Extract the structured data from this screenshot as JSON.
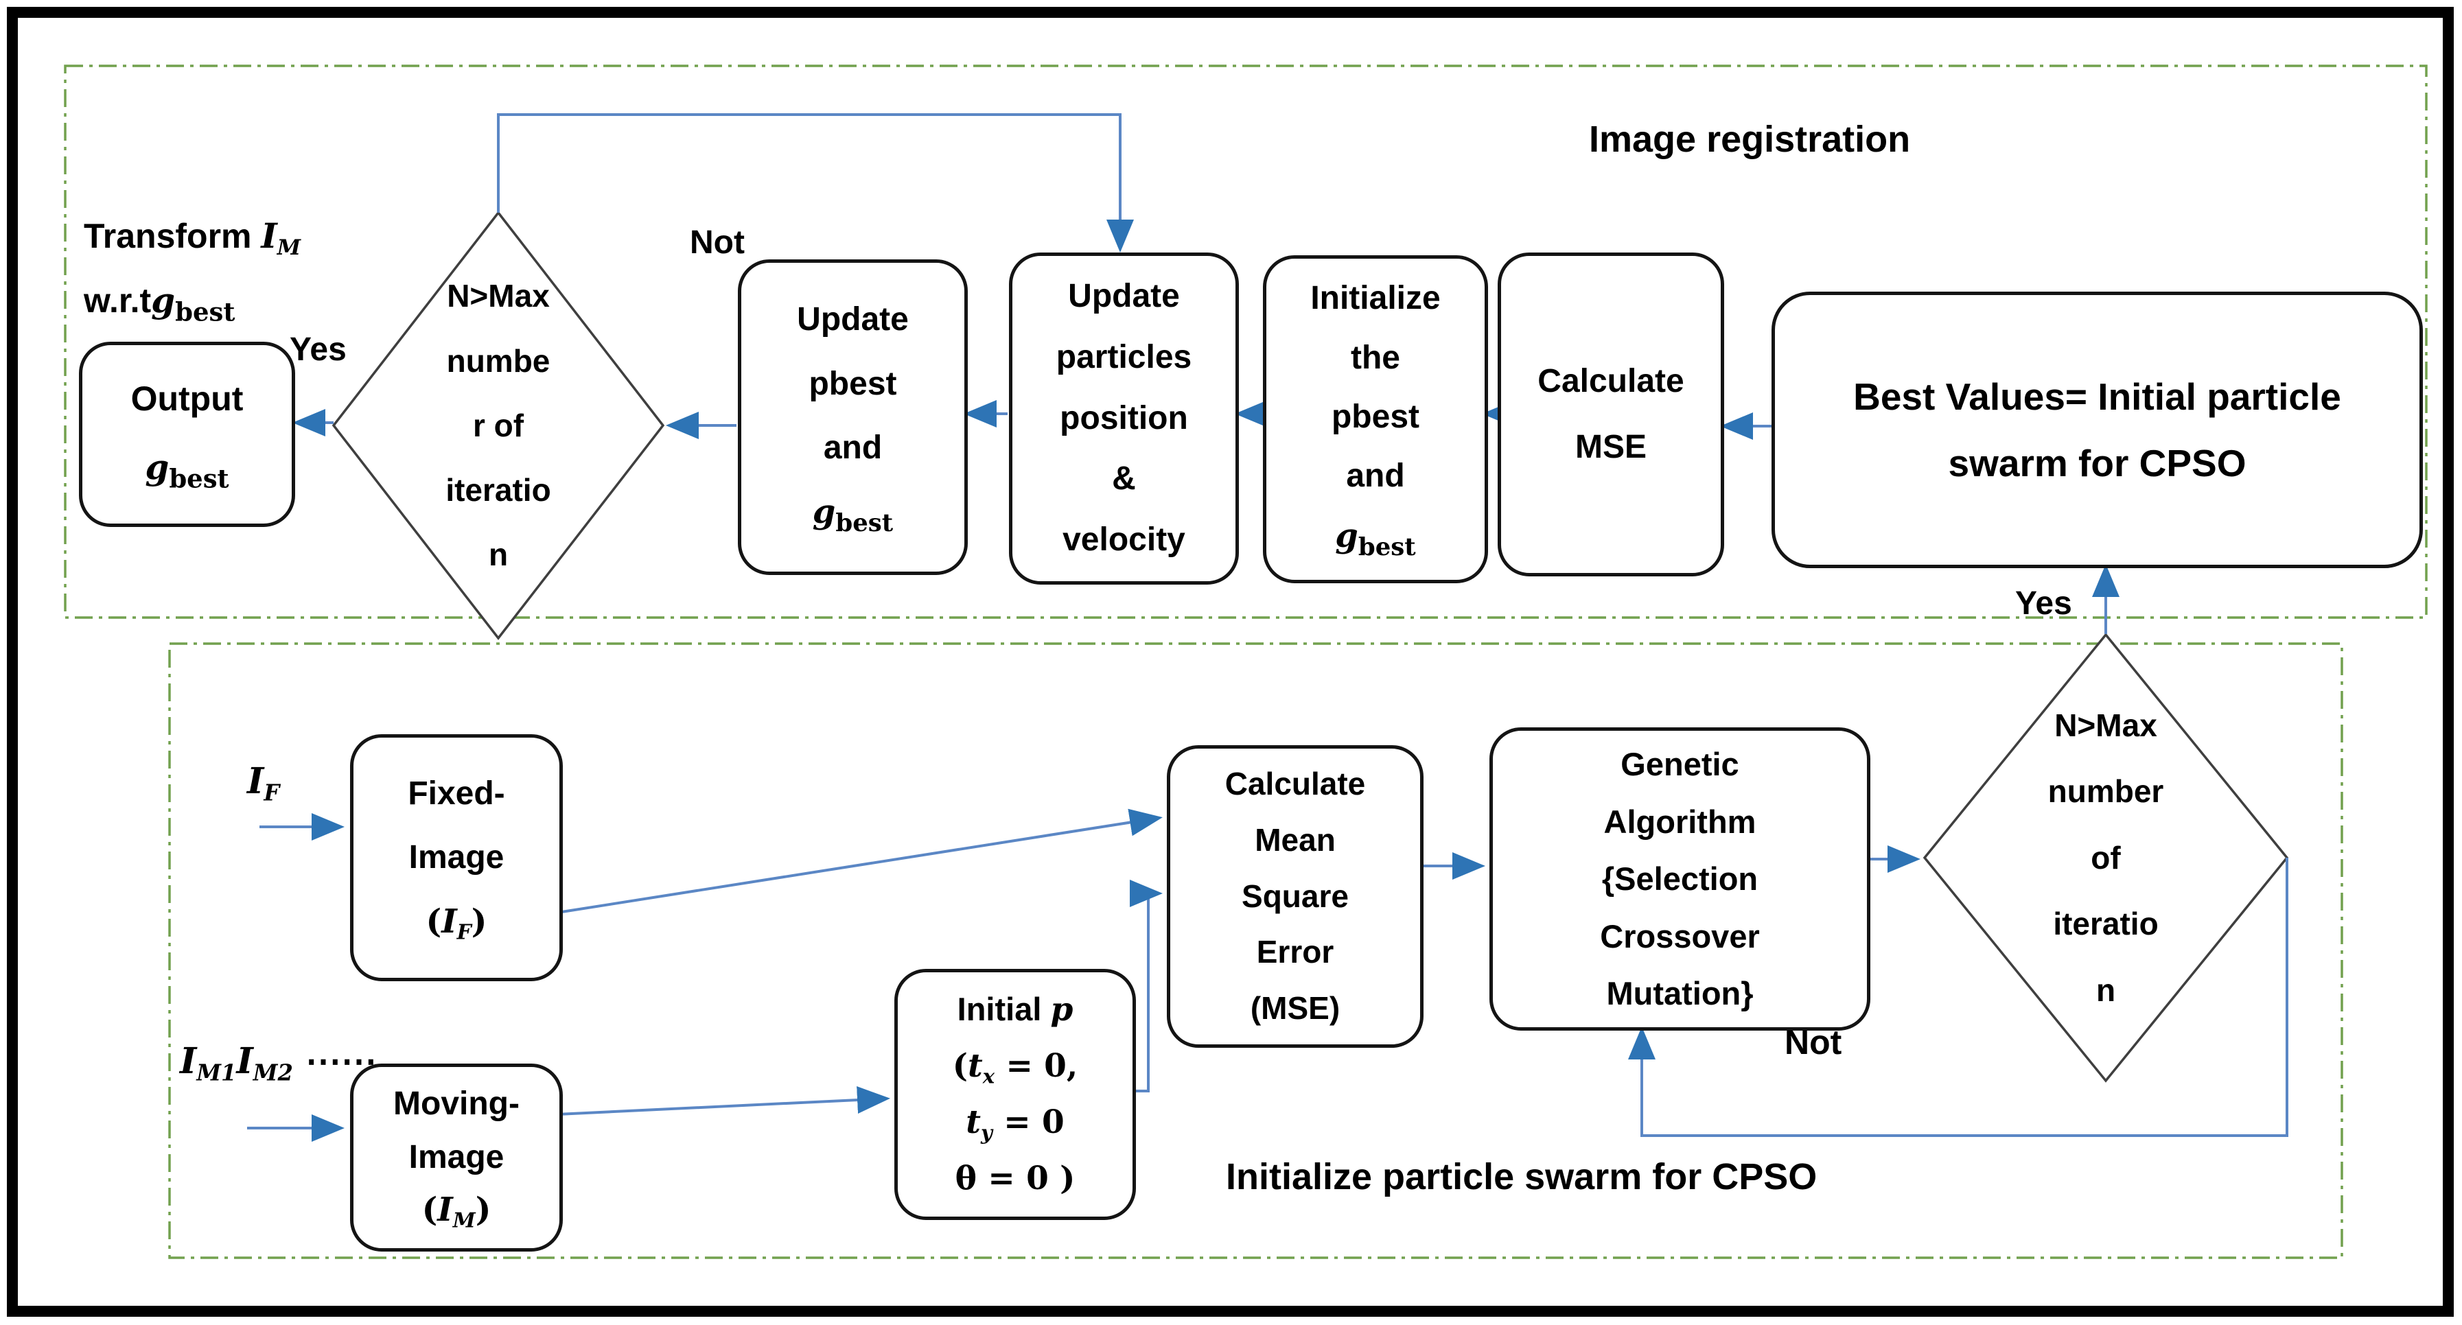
{
  "colors": {
    "line": "#5b87c5",
    "arrowhead": "#2e74b5",
    "green": "#72a14e",
    "box_border": "#141414",
    "text": "#000000"
  },
  "top": {
    "region_label": "Image registration",
    "transform_line1": [
      {
        "v": "Transform "
      },
      {
        "v": "I",
        "c": "mi"
      },
      {
        "v": "M",
        "c": "mi sub"
      }
    ],
    "transform_line2": [
      {
        "v": "w.r.t"
      },
      {
        "v": "g",
        "c": "mi"
      },
      {
        "v": "best",
        "c": "srf sub2"
      }
    ],
    "yes_label": "Yes",
    "not_label": "Not",
    "output_box": {
      "line1": "Output",
      "gbest": [
        {
          "v": "g",
          "c": "mi"
        },
        {
          "v": "best",
          "c": "srf sub2"
        }
      ]
    },
    "decision": {
      "lines": [
        "N>Max",
        "numbe",
        "r of",
        "iteratio",
        "n"
      ]
    },
    "update_pbest_box": {
      "lines": [
        "Update",
        "pbest",
        "and"
      ],
      "gbest": [
        {
          "v": "g",
          "c": "mi"
        },
        {
          "v": "best",
          "c": "srf sub2"
        }
      ]
    },
    "update_particles_box": {
      "lines": [
        "Update",
        "particles",
        "position",
        "&",
        "velocity"
      ]
    },
    "initialize_box": {
      "lines": [
        "Initialize",
        "the",
        "pbest",
        "and"
      ],
      "gbest": [
        {
          "v": "g",
          "c": "mi"
        },
        {
          "v": "best",
          "c": "srf sub2"
        }
      ]
    },
    "calculate_mse_box": {
      "lines": [
        "Calculate",
        "MSE"
      ]
    },
    "best_values_box": {
      "lines": [
        "Best Values= Initial  particle",
        "swarm for CPSO"
      ]
    }
  },
  "bottom": {
    "region_label": "Initialize particle swarm for CPSO",
    "yes_label": "Yes",
    "not_label": "Not",
    "input_fixed": [
      {
        "v": "I",
        "c": "mi"
      },
      {
        "v": "F",
        "c": "mi sub"
      }
    ],
    "input_moving": [
      {
        "v": "I",
        "c": "mi"
      },
      {
        "v": "M1",
        "c": "mi sub"
      },
      {
        "v": "I",
        "c": "mi"
      },
      {
        "v": "M2",
        "c": "mi sub"
      },
      {
        "v": " ⋯⋯",
        "c": "srf"
      }
    ],
    "fixed_box": {
      "line1": "Fixed-",
      "line2": "Image",
      "line3": [
        {
          "v": "(",
          "c": "srf"
        },
        {
          "v": "I",
          "c": "mi"
        },
        {
          "v": "F",
          "c": "mi sub"
        },
        {
          "v": ")",
          "c": "srf"
        }
      ]
    },
    "moving_box": {
      "line1": "Moving-",
      "line2": "Image",
      "line3": [
        {
          "v": "(",
          "c": "srf"
        },
        {
          "v": "I",
          "c": "mi"
        },
        {
          "v": "M",
          "c": "mi sub"
        },
        {
          "v": ")",
          "c": "srf"
        }
      ]
    },
    "initial_p_box": {
      "line1": [
        {
          "v": "Initial "
        },
        {
          "v": "p",
          "c": "mi"
        }
      ],
      "line2": [
        {
          "v": "(",
          "c": "srf"
        },
        {
          "v": "t",
          "c": "mi"
        },
        {
          "v": "x",
          "c": "mi sub"
        },
        {
          "v": " = 0,",
          "c": "srf"
        }
      ],
      "line3": [
        {
          "v": "t",
          "c": "mi"
        },
        {
          "v": "y",
          "c": "mi sub"
        },
        {
          "v": " = 0",
          "c": "srf"
        }
      ],
      "line4": [
        {
          "v": "θ = 0 )",
          "c": "srf"
        }
      ]
    },
    "calc_mean_box": {
      "lines": [
        "Calculate",
        "Mean",
        "Square",
        "Error",
        "(MSE)"
      ]
    },
    "genetic_box": {
      "lines": [
        "Genetic",
        "Algorithm",
        "{Selection",
        "Crossover",
        "Mutation}"
      ]
    },
    "decision": {
      "lines": [
        "N>Max",
        "number",
        "of",
        "iteratio",
        "n"
      ]
    }
  }
}
